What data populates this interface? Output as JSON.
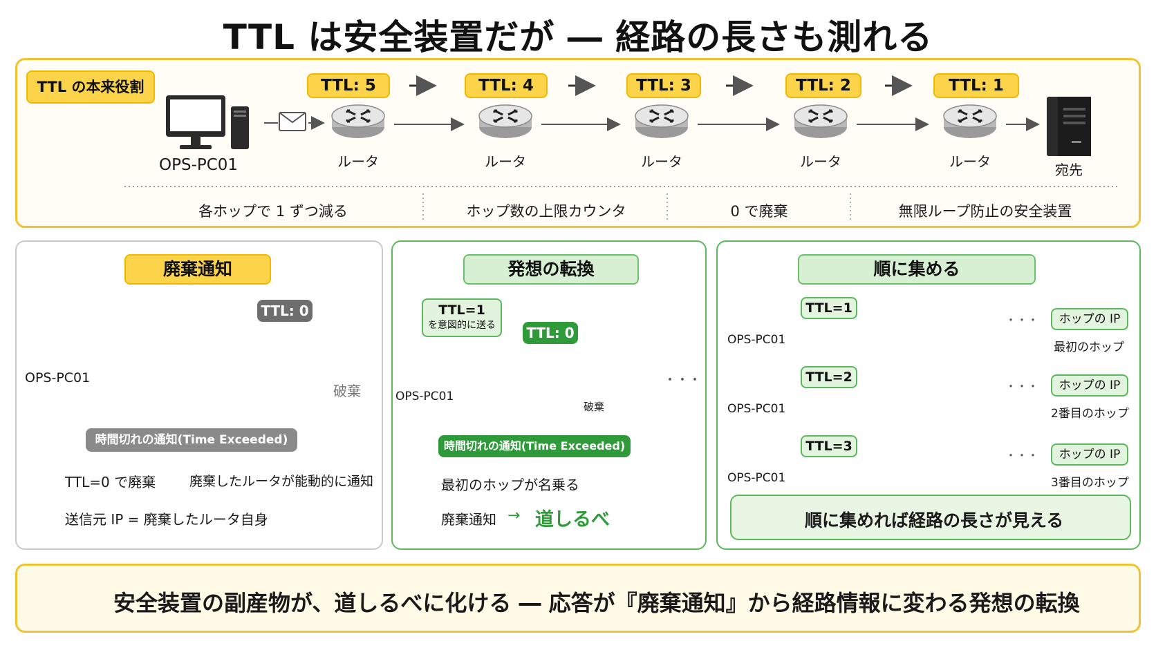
{
  "title": "TTL は安全装置だが ― 経路の長さも測れる",
  "top": {
    "tag": "TTL の本来役割",
    "pc_label": "OPS-PC01",
    "ttl_tags": [
      "TTL: 5",
      "TTL: 4",
      "TTL: 3",
      "TTL: 2",
      "TTL: 1"
    ],
    "router_label": "ルータ",
    "dest_label": "宛先",
    "facts": [
      "各ホップで 1 ずつ減る",
      "ホップ数の上限カウンタ",
      "0 で廃棄",
      "無限ループ防止の安全装置"
    ]
  },
  "panel1": {
    "title": "廃棄通知",
    "pc_label": "OPS-PC01",
    "ttl_tag": "TTL: 0",
    "discard_label": "破棄",
    "notice": "時間切れの通知(Time Exceeded)",
    "bullet1_a": "TTL=0 で廃棄",
    "bullet1_b": "廃棄したルータが能動的に通知",
    "bullet2": "送信元 IP = 廃棄したルータ自身"
  },
  "panel2": {
    "title": "発想の転換",
    "send_tag_line1": "TTL=1",
    "send_tag_line2": "を意図的に送る",
    "ttl_tag": "TTL: 0",
    "pc_label": "OPS-PC01",
    "discard_label": "破棄",
    "ellipsis": "・・・",
    "notice": "時間切れの通知(Time Exceeded)",
    "bullet1": "最初のホップが名乗る",
    "bullet2_a": "廃棄通知",
    "bullet2_arrow": "→",
    "bullet2_b": "道しるべ"
  },
  "panel3": {
    "title": "順に集める",
    "rows": [
      {
        "ttl": "TTL=1",
        "pc": "OPS-PC01",
        "hop_tag": "ホップの IP",
        "hop_label": "最初のホップ"
      },
      {
        "ttl": "TTL=2",
        "pc": "OPS-PC01",
        "hop_tag": "ホップの IP",
        "hop_label": "2番目のホップ"
      },
      {
        "ttl": "TTL=3",
        "pc": "OPS-PC01",
        "hop_tag": "ホップの IP",
        "hop_label": "3番目のホップ"
      }
    ],
    "ellipsis": "・・・",
    "summary": "順に集めれば経路の長さが見える"
  },
  "bottom": {
    "text": "安全装置の副産物が、道しるべに化ける ― 応答が『廃棄通知』から経路情報に変わる発想の転換"
  },
  "colors": {
    "yellow": "#fbd44a",
    "yellow_border": "#f2c230",
    "green": "#2f9a3a",
    "light_green": "#d7efd2",
    "gray": "#6e6e6e"
  }
}
